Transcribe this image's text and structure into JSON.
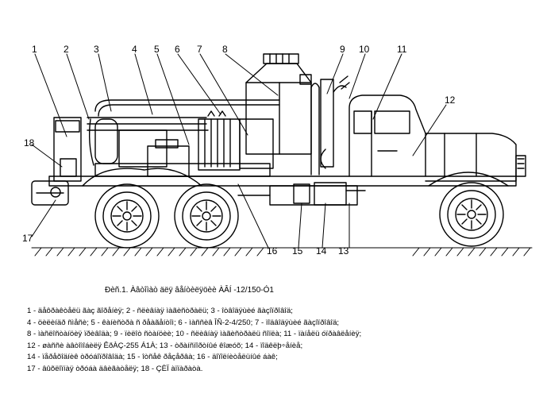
{
  "callouts": [
    "1",
    "2",
    "3",
    "4",
    "5",
    "6",
    "7",
    "8",
    "9",
    "10",
    "11",
    "12",
    "13",
    "14",
    "15",
    "16",
    "17",
    "18"
  ],
  "caption": "Ðèñ.1. Àâòîìàò äëÿ âåíòèëÿöèè ÀÂÍ -12/150-Ó1",
  "legend_lines": [
    "1 - äåôðàêòåëü ãàç ãîðåíèÿ;    2 - ñëèâíàÿ ìàãèñòðàëü;    3 - îòâîäÿùèé ãàçîïðîâîä;",
    "4 - öèëèíäð ñìåñè;    5 - êàíèñòðà ñ ðåàãåíòîì;    6 - ìàññèâ ÎÑ-2-4/250;    7 - ïîäâîäÿùèé ãàçîïðîâîä;",
    "8 - ìàñëîñòàíöèÿ ïðèâîäà;    9 - ïèëîò ñòàíöèè;    10 - ñëèâíàÿ ìàãèñòðàëü ñîïëà;    11 - ïàíåëü óïðàâëåíèÿ;",
    "12 - øàññè àâòîìîáèëÿ ÊðÀÇ-255 Á1À;    13 - òðàíñïîðòíûé êîæóõ;    14 - ïîäêëþ÷åíèå;",
    "14 - ïåðåõîäíèê òðóáîïðîâîäà;    15 - îòñåê ðåçåðâà;    16 - äîïîëíèòåëüíûé áàê;",
    "17 - âûõëîïíàÿ òðóáà äâèãàòåëÿ;    18 - ÇÈÏ  àïïàðàòà."
  ]
}
